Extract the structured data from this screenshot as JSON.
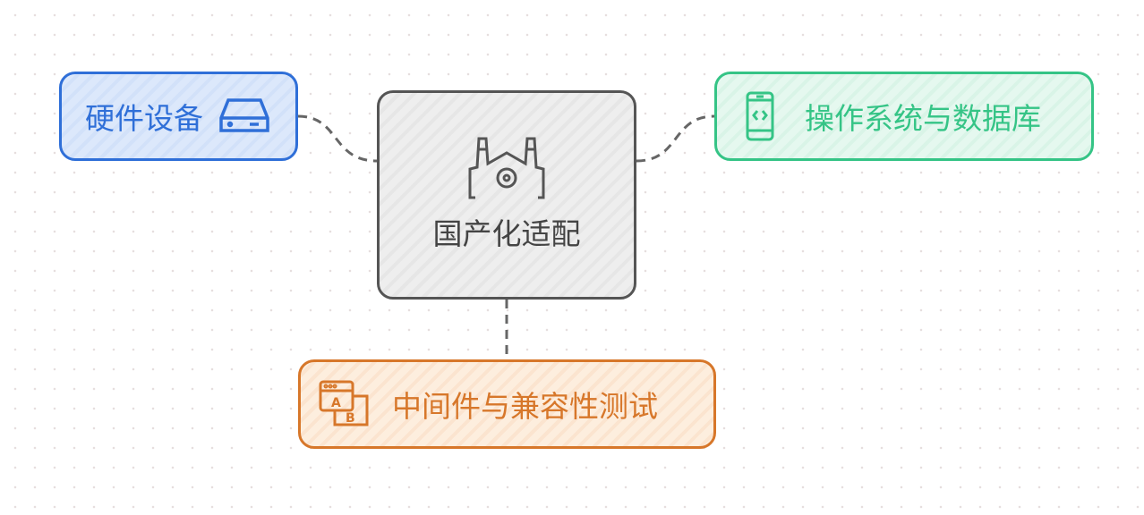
{
  "center": {
    "label": "国产化适配",
    "icon": "factory-gear-icon",
    "color": "#555555"
  },
  "branches": [
    {
      "label": "硬件设备",
      "icon": "hard-drive-icon",
      "color": "#2f6fd8"
    },
    {
      "label": "操作系统与数据库",
      "icon": "mobile-code-icon",
      "color": "#35c486"
    },
    {
      "label": "中间件与兼容性测试",
      "icon": "ab-test-window-icon",
      "color": "#d7772a"
    }
  ]
}
